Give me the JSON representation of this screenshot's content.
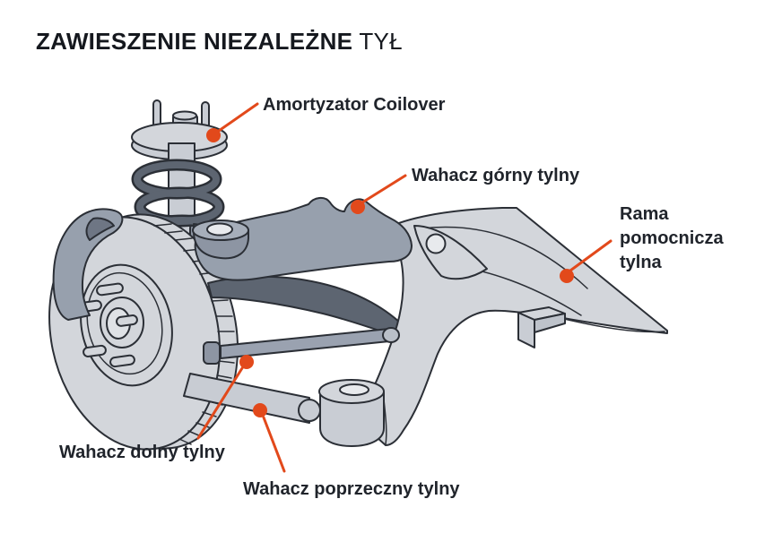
{
  "title": {
    "main": "ZAWIESZENIE NIEZALEŻNE",
    "suffix": "TYŁ"
  },
  "callouts": [
    {
      "id": "coilover",
      "label": "Amortyzator Coilover"
    },
    {
      "id": "upper-arm",
      "label": "Wahacz górny tylny"
    },
    {
      "id": "subframe",
      "label": "Rama pomocnicza tylna"
    },
    {
      "id": "lower-arm",
      "label": "Wahacz dolny tylny"
    },
    {
      "id": "transverse-arm",
      "label": "Wahacz poprzeczny tylny"
    }
  ],
  "illustration": {
    "subject": "independent rear suspension",
    "parts": [
      "coilover shock absorber",
      "rear upper control arm",
      "rear subframe",
      "rear lower control arm",
      "rear transverse control arm",
      "brake disc",
      "brake caliper",
      "wheel hub",
      "bushing"
    ]
  },
  "colors": {
    "accent": "#E2491B",
    "title_text": "#15181E",
    "label_text": "#20242B",
    "part_light": "#D3D6DB",
    "part_medium": "#97A0AD",
    "part_dark": "#5D6571",
    "outline": "#2B2F36",
    "background": "#FFFFFF"
  }
}
